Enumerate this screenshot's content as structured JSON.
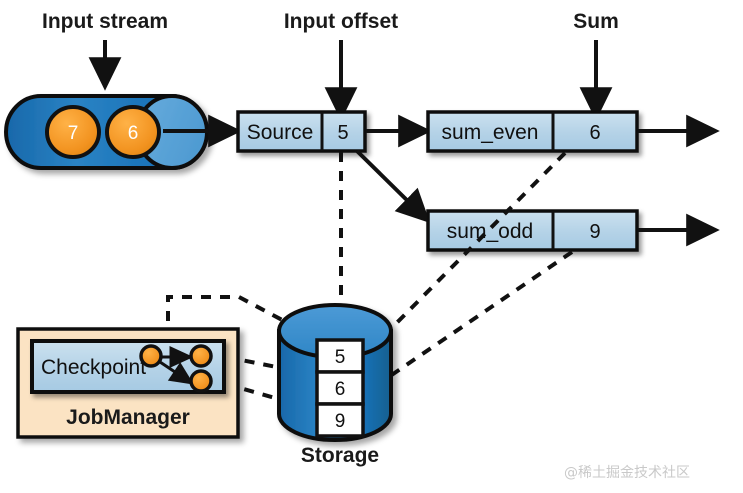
{
  "diagram": {
    "title_labels": [
      {
        "id": "input-stream",
        "text": "Input stream"
      },
      {
        "id": "input-offset",
        "text": "Input offset"
      },
      {
        "id": "sum",
        "text": "Sum"
      }
    ],
    "input_stream": {
      "label": "Input stream",
      "records": [
        "7",
        "6"
      ],
      "body_color": "#1a72b8",
      "cap_color": "#5ba3d8"
    },
    "source_node": {
      "name": "Source",
      "offset_value": "5",
      "fill": "#b6d4e8"
    },
    "operators": [
      {
        "name": "sum_even",
        "value": "6"
      },
      {
        "name": "sum_odd",
        "value": "9"
      }
    ],
    "storage": {
      "label": "Storage",
      "cells": [
        "5",
        "6",
        "9"
      ],
      "body_color": "#1a72b8",
      "top_color": "#3e90ce"
    },
    "job_manager": {
      "label": "JobManager",
      "fill": "#fbe3c3",
      "checkpoint": {
        "label": "Checkpoint",
        "fill": "#b6d4e8",
        "node_color": "#f29320",
        "node_count": 3
      }
    },
    "colors": {
      "accent_blue": "#1a72b8",
      "light_blue": "#b6d4e8",
      "orange": "#f29320",
      "beige": "#fbe3c3",
      "stroke": "#111111"
    },
    "watermark": "@稀土掘金技术社区"
  },
  "icons": {
    "arrow_head": "solid-triangle-arrowhead"
  }
}
